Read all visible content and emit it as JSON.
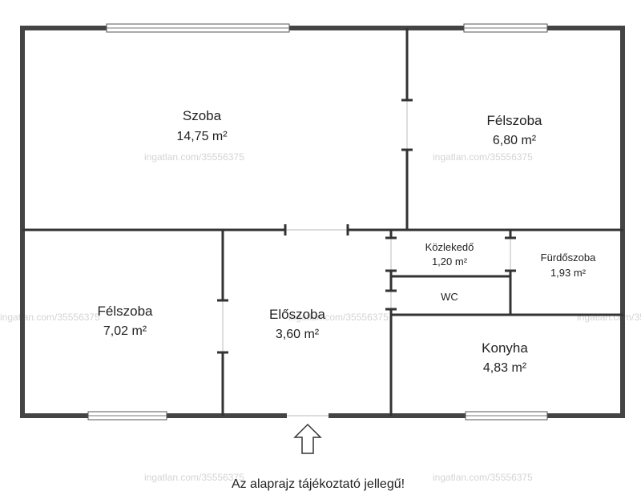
{
  "rooms": {
    "szoba": {
      "name": "Szoba",
      "area": "14,75 m²"
    },
    "felszoba_right": {
      "name": "Félszoba",
      "area": "6,80 m²"
    },
    "felszoba_left": {
      "name": "Félszoba",
      "area": "7,02 m²"
    },
    "eloszoba": {
      "name": "Előszoba",
      "area": "3,60 m²"
    },
    "kozlekedo": {
      "name": "Közlekedő",
      "area": "1,20 m²"
    },
    "furdoszoba": {
      "name": "Fürdőszoba",
      "area": "1,93 m²"
    },
    "wc": {
      "name": "WC"
    },
    "konyha": {
      "name": "Konyha",
      "area": "4,83 m²"
    }
  },
  "watermark": "ingatlan.com/35556375",
  "disclaimer": "Az alaprajz tájékoztató jellegű!",
  "icons": {
    "entrance": "up-arrow-icon"
  }
}
